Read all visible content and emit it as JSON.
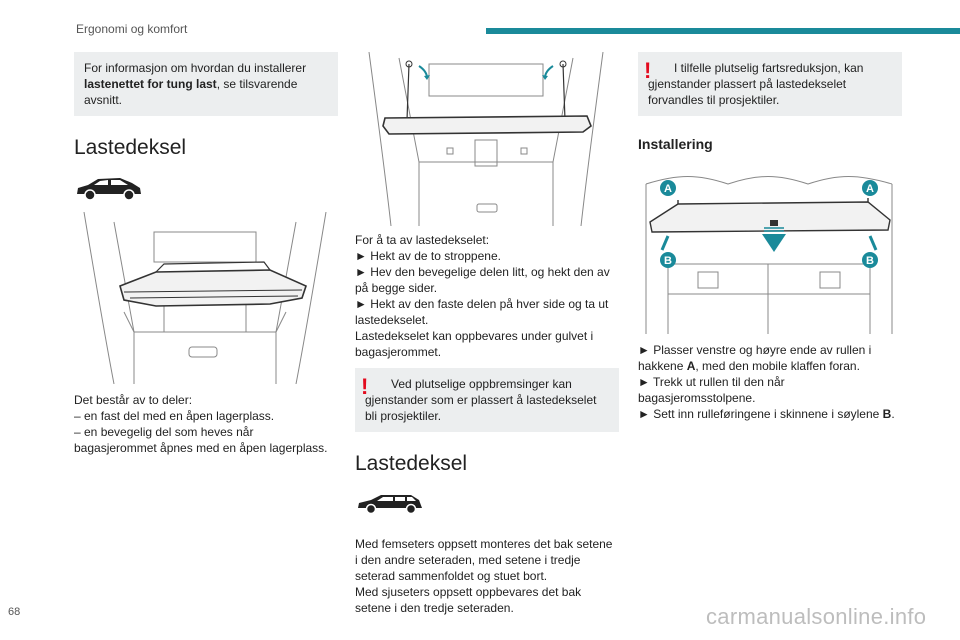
{
  "header": {
    "title": "Ergonomi og komfort"
  },
  "page_number": "68",
  "watermark": "carmanualsonline.info",
  "colors": {
    "accent": "#1a8a9a",
    "warning": "#e30a1e",
    "box_bg": "#eceeef"
  },
  "col1": {
    "info_prefix": "For informasjon om hvordan du installerer ",
    "info_bold": "lastenettet for tung last",
    "info_suffix": ", se tilsvarende avsnitt.",
    "heading": "Lastedeksel",
    "car_icon": "suv-silhouette-icon",
    "illustration": "trunk-cargo-cover-illustration",
    "lines": [
      "Det består av to deler:",
      "– en fast del med en åpen lagerplass.",
      "– en bevegelig del som heves når",
      "bagasjerommet åpnes med en åpen lagerplass."
    ]
  },
  "col2": {
    "illustration": "cargo-cover-straps-illustration",
    "lines": [
      "For å ta av lastedekselet:",
      "► Hekt av de to stroppene.",
      "► Hev den bevegelige delen litt, og hekt den av",
      "på begge sider.",
      "► Hekt av den faste delen på hver side og ta ut",
      "lastedekselet.",
      "Lastedekselet kan oppbevares under gulvet i",
      "bagasjerommet."
    ],
    "warning": "Ved plutselige oppbremsinger kan gjenstander som er plassert å lastedekselet bli prosjektiler.",
    "heading": "Lastedeksel",
    "car_icon": "mpv-silhouette-icon",
    "lines2": [
      "Med femseters oppsett monteres det bak setene",
      "i den andre seteraden, med setene i tredje",
      "seterad sammenfoldet og stuet bort.",
      "Med sjuseters oppsett oppbevares det bak",
      "setene i den tredje seteraden."
    ]
  },
  "col3": {
    "warning": "I tilfelle plutselig fartsreduksjon, kan gjenstander plassert på lastedekselet forvandles til prosjektiler.",
    "heading": "Installering",
    "illustration": "roller-blind-installation-illustration",
    "label_a": "A",
    "label_b": "B",
    "step1_prefix": "► Plasser venstre og høyre ende av rullen i hakkene ",
    "step1_bold": "A",
    "step1_suffix": ", med den mobile klaffen foran.",
    "step2": "► Trekk ut rullen til den når bagasjeromsstolpene.",
    "step3_prefix": "► Sett inn rulleføringene i skinnene i søylene ",
    "step3_bold": "B",
    "step3_suffix": "."
  }
}
